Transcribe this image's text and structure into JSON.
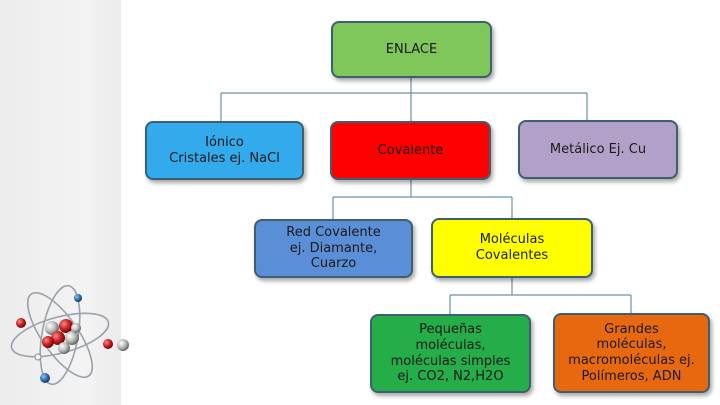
{
  "diagram": {
    "colors": {
      "enlace": "#7fc75a",
      "ionico": "#33aaeb",
      "covalente": "#ff0000",
      "metalico": "#b2a0c8",
      "red_covalente": "#5a8fd8",
      "moleculas_covalentes": "#ffff00",
      "pequenas": "#24ad48",
      "grandes": "#e8680f",
      "connector": "#6e90a6"
    },
    "nodes": {
      "enlace": "ENLACE",
      "ionico": "Iónico\nCristales ej. NaCl",
      "covalente": "Covalente",
      "metalico": "Metálico Ej. Cu",
      "red_covalente": "Red Covalente\nej. Diamante,\nCuarzo",
      "moleculas_covalentes": "Moléculas\nCovalentes",
      "pequenas": "Pequeñas\nmoléculas,\nmoléculas simples\nej. CO2, N2,H2O",
      "grandes": "Grandes\nmoléculas,\nmacromoléculas ej.\nPolímeros, ADN"
    },
    "decoration": "atom-icon"
  }
}
